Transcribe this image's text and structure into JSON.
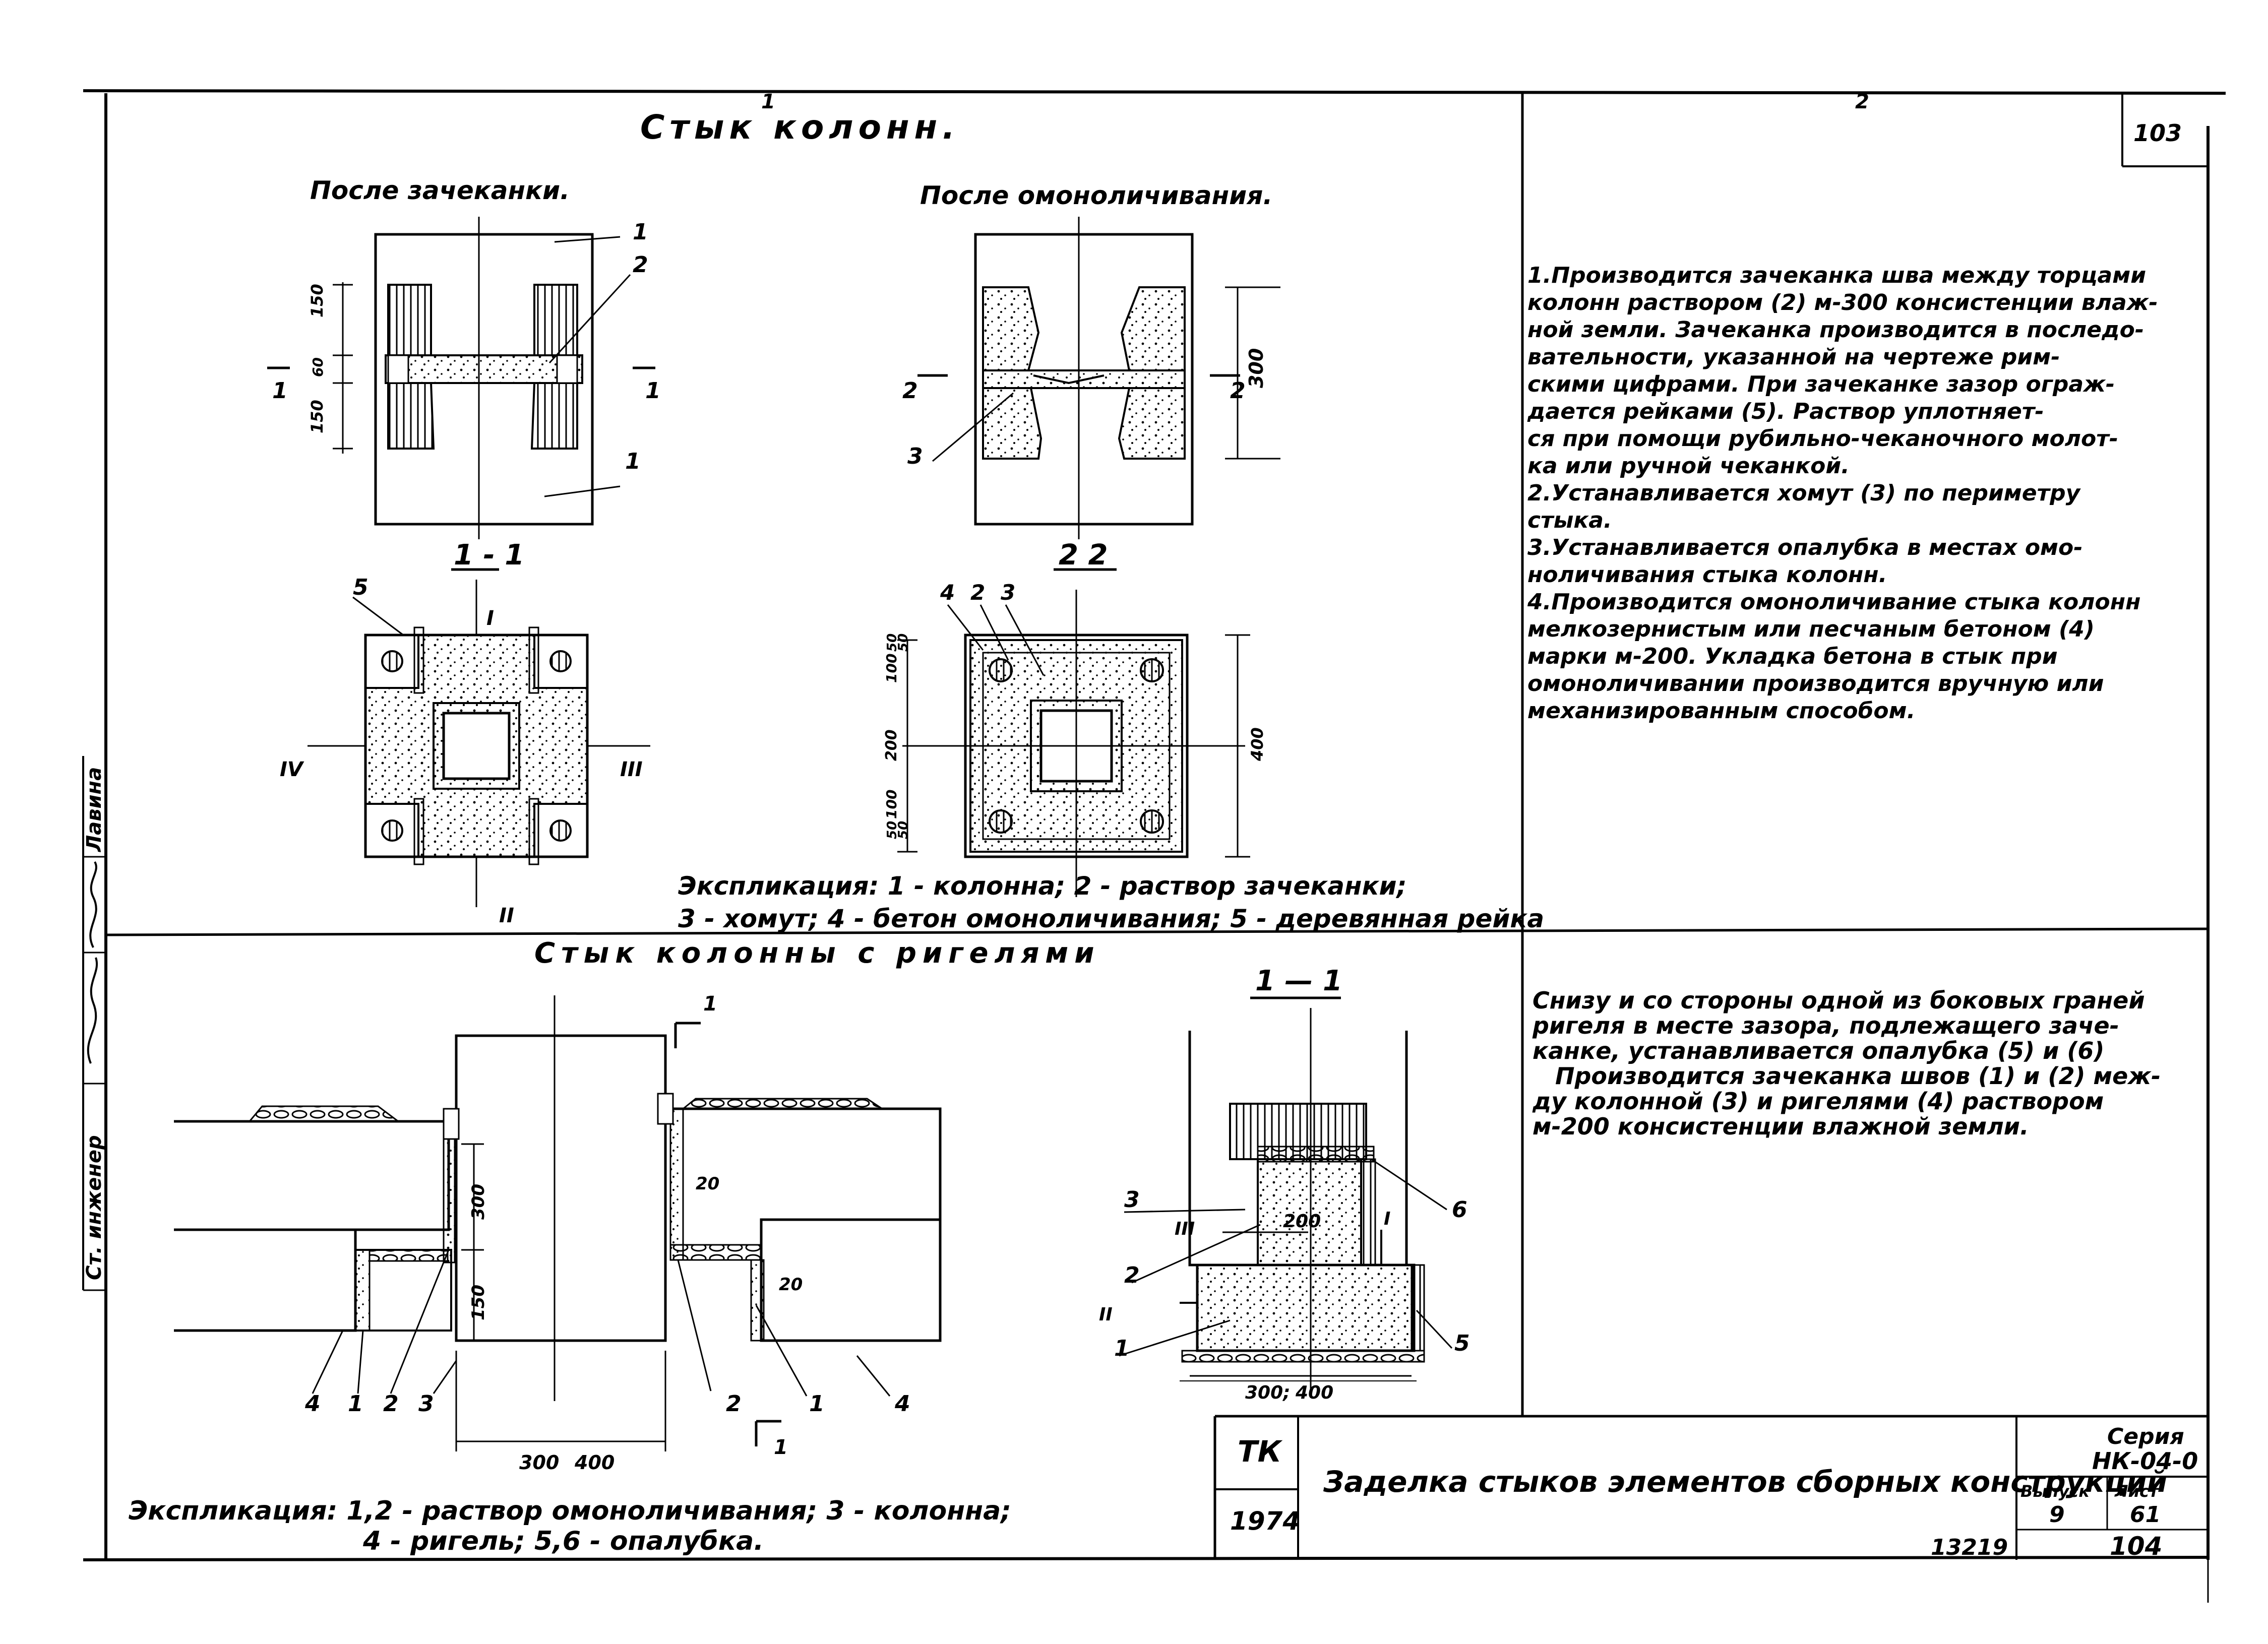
{
  "sheet": {
    "zone_1": "1",
    "zone_2": "2",
    "page_number_top": "103",
    "page_number_bottom": "104",
    "archive_number": "13219"
  },
  "section_top": {
    "title": "Стык колонн.",
    "view_left_title": "После зачеканки.",
    "view_right_title": "После омоноличивания.",
    "section_1_label": "1 - 1",
    "section_2_label": "2 2",
    "explication_line1": "Экспликация: 1 - колонна; 2 - раствор зачеканки;",
    "explication_line2": "3 - хомут; 4 - бетон омоноличивания; 5 - деревянная рейка",
    "dims": {
      "d150a": "150",
      "d60": "60",
      "d150b": "150",
      "d300": "300",
      "d100a": "100",
      "d50a": "50",
      "d50b": "50",
      "d200": "200",
      "d50c": "50",
      "d50d": "50",
      "d100b": "100",
      "d400": "400"
    },
    "markers": {
      "one": "1",
      "two": "2",
      "three": "3",
      "four": "4",
      "five": "5",
      "r1": "I",
      "r2": "II",
      "r3": "III",
      "r4": "IV"
    }
  },
  "notes_top": [
    "1.Производится зачеканка шва между торцами",
    "колонн раствором (2) м-300 консистенции влаж-",
    "ной земли. Зачеканка производится в последо-",
    "вательности, указанной на чертеже рим-",
    "скими цифрами. При зачеканке зазор ограж-",
    "дается рейками (5). Раствор уплотняет-",
    "ся при помощи рубильно-чеканочного молот-",
    "ка или ручной чеканкой.",
    "2.Устанавливается хомут (3) по периметру",
    "стыка.",
    "3.Устанавливается опалубка в местах омо-",
    "ноличивания стыка колонн.",
    "4.Производится омоноличивание стыка колонн",
    "мелкозернистым или песчаным бетоном (4)",
    "марки м-200. Укладка бетона в стык при",
    "омоноличивании производится вручную или",
    "механизированным способом."
  ],
  "section_bottom": {
    "title": "Стык колонны с ригелями",
    "section_label": "1 — 1",
    "explication_line1": "Экспликация: 1,2 - раствор омоноличивания; 3 - колонна;",
    "explication_line2": "4 - ригель; 5,6 - опалубка.",
    "dims": {
      "d300v": "300",
      "d150v": "150",
      "d20a": "20",
      "d20b": "20",
      "d300h": "300",
      "d400h": "400",
      "d200": "200",
      "d300s": "300;",
      "d400s": "400"
    },
    "markers": {
      "one": "1",
      "two": "2",
      "three": "3",
      "four": "4",
      "five": "5",
      "six": "6",
      "r1": "I",
      "r2": "II",
      "r3": "III"
    }
  },
  "notes_bottom": [
    "Снизу и со стороны одной из боковых граней",
    "ригеля в месте зазора, подлежащего заче-",
    "канке, устанавливается опалубка (5) и (6)",
    "Производится зачеканка швов (1) и (2) меж-",
    "ду колонной (3) и ригелями (4) раствором",
    "м-200 консистенции влажной земли."
  ],
  "side_stamp": {
    "role_1": "Ст. инженер",
    "role_2": "Лавина"
  },
  "title_block": {
    "org": "ТК",
    "year": "1974",
    "title": "Заделка стыков элементов сборных конструкций",
    "series_label": "Серия",
    "series_value": "НК-04-0",
    "issue_label": "Выпуск",
    "issue_value": "9",
    "sheet_label": "Лист",
    "sheet_value": "61"
  }
}
